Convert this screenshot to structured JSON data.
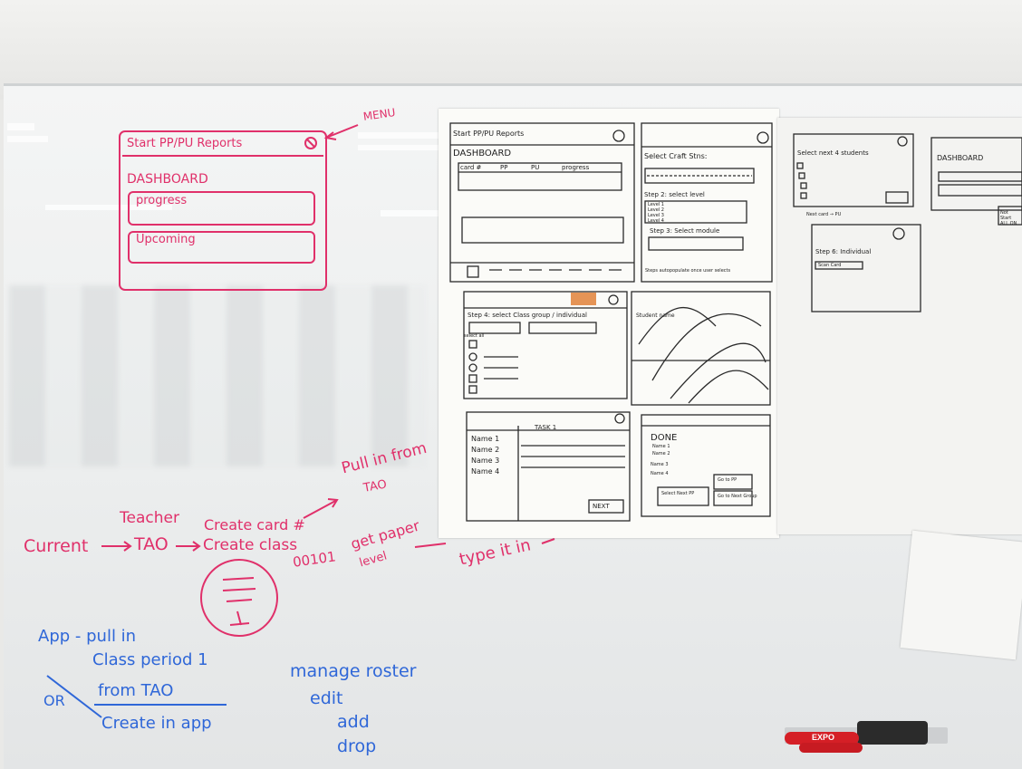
{
  "menu_sketch": {
    "menu_label": "MENU",
    "header": "Start PP/PU   Reports",
    "items": [
      "DASHBOARD",
      "progress",
      "Upcoming"
    ]
  },
  "notes": {
    "current": "Current",
    "teacher": "Teacher",
    "tao": "TAO",
    "create_card": "Create card #",
    "create_class": "Create class",
    "pull_in": "Pull in from",
    "pull_in_tao": "TAO",
    "code": "00101",
    "get_paper": "get paper",
    "get_paper_2": "level",
    "type_in": "type it in"
  },
  "blue_notes": {
    "app_pull_in": "App - pull in",
    "class_period": "Class period 1",
    "from_tao": "from TAO",
    "or": "OR",
    "create_in_app": "Create in app",
    "manage_roster": "manage roster",
    "edit": "edit",
    "add": "add",
    "drop": "drop"
  },
  "sheet_one": {
    "frame1": {
      "header": "Start PP/PU   Reports",
      "title": "DASHBOARD",
      "columns": [
        "card #",
        "PP",
        "PU",
        "progress"
      ]
    },
    "frame2": {
      "title": "Select Craft Stns:",
      "step2": "Step 2: select level",
      "levels": [
        "Level 1",
        "Level 2",
        "Level 3",
        "Level 4"
      ],
      "step3": "Step 3: Select module",
      "note": "Steps autopopulate once user selects"
    },
    "frame3": {
      "title": "Step 4: select Class group / individual",
      "select_all": "select all"
    },
    "frame4": {
      "label": "Student name"
    },
    "frame5": {
      "task": "TASK 1",
      "names": [
        "Name 1",
        "Name 2",
        "Name 3",
        "Name 4"
      ],
      "button": "NEXT"
    },
    "frame6": {
      "title": "DONE",
      "names": [
        "Name 1",
        "Name 2",
        "Name 3",
        "Name 4"
      ],
      "btn1": "Select Next PP",
      "btn2": "Go to PP",
      "btn3": "Go to Next Group"
    }
  },
  "sheet_two": {
    "frame1": {
      "title": "Select next 4 students"
    },
    "frame2": {
      "title": "DASHBOARD"
    },
    "note": "Next card → PU",
    "frame3": {
      "title": "Step 6: Individual",
      "button": "Scan Card"
    },
    "side": "Not Start ALL ON"
  },
  "marker_brand": "EXPO"
}
